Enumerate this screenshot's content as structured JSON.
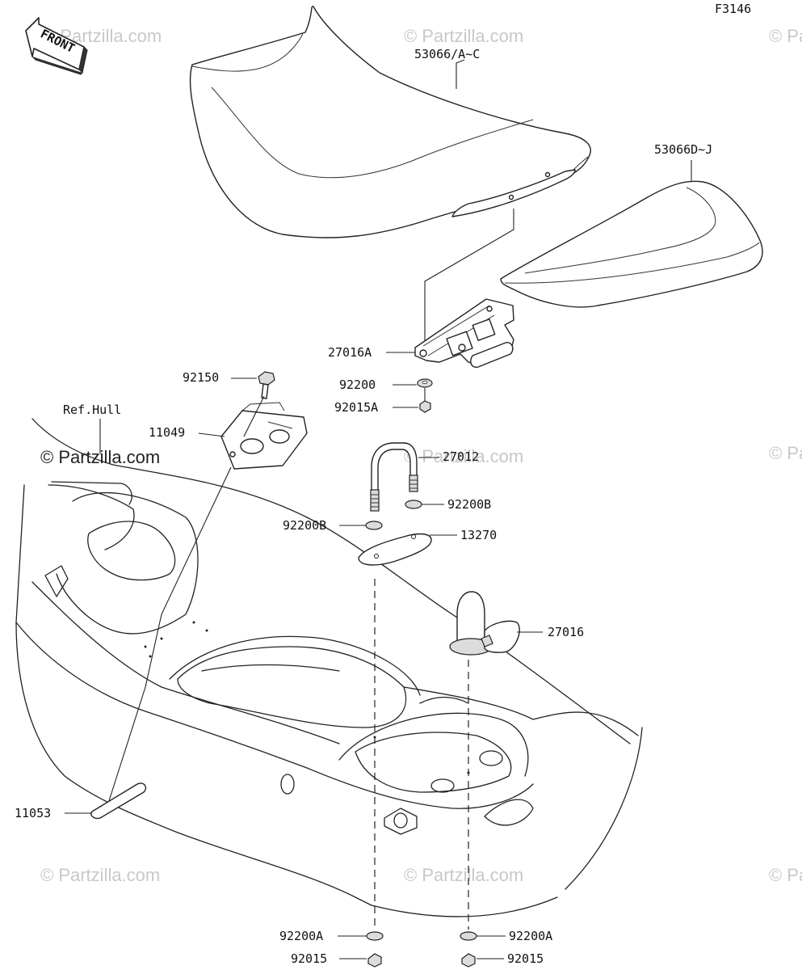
{
  "diagram_code": "F3146",
  "front_label": "FRONT",
  "watermark": "© Partzilla.com",
  "watermark_strong": "© Partzilla.com",
  "ref_label": "Ref.Hull",
  "parts": {
    "seat_front": "53066/A~C",
    "seat_rear": "53066D~J",
    "latch_bracket": "27016A",
    "washer_92200": "92200",
    "nut_92015A": "92015A",
    "bolt_92150": "92150",
    "plate_11049": "11049",
    "u_bolt": "27012",
    "washer_right_b": "92200B",
    "washer_left_b": "92200B",
    "plate_13270": "13270",
    "hook_27016": "27016",
    "strap_11053": "11053",
    "washer_bottom_left": "92200A",
    "washer_bottom_right": "92200A",
    "nut_bottom_left": "92015",
    "nut_bottom_right": "92015"
  }
}
